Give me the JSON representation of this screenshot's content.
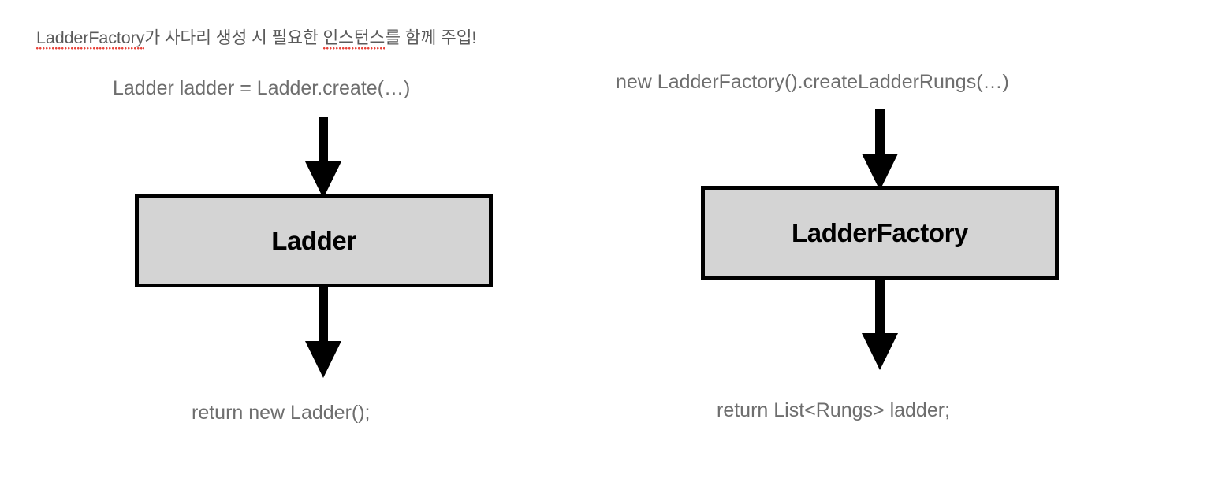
{
  "caption": {
    "segment_misspelled_1": "LadderFactory",
    "segment_plain_1": "가 사다리 생성 시 필요한 ",
    "segment_misspelled_2": "인스턴스",
    "segment_plain_2": "를 함께 주입!"
  },
  "left_flow": {
    "input_call": "Ladder ladder = Ladder.create(…)",
    "class_name": "Ladder",
    "output_return": "return new Ladder();"
  },
  "right_flow": {
    "input_call": "new LadderFactory().createLadderRungs(…)",
    "class_name": "LadderFactory",
    "output_return": "return List<Rungs> ladder;"
  },
  "colors": {
    "box_fill": "#d4d4d4",
    "box_border": "#000000",
    "arrow": "#000000",
    "code_text": "#6e6e6e",
    "caption_text": "#5a5a5a",
    "spellcheck_underline": "#e8453c",
    "background": "#ffffff"
  }
}
